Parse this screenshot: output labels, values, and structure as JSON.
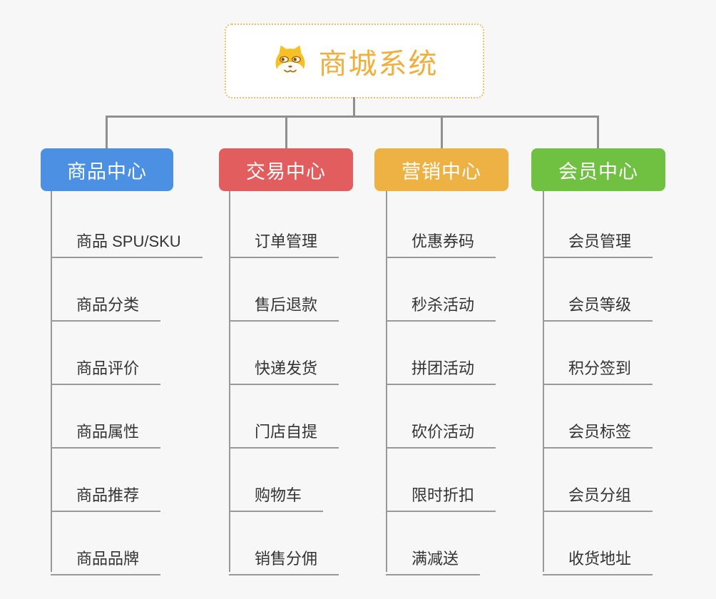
{
  "root": {
    "title": "商城系统",
    "icon": "dog-face-icon",
    "accent_color": "#F2AE3C",
    "border_color": "#F3BD62"
  },
  "connector_color": "#8F8F8F",
  "branches": [
    {
      "label": "商品中心",
      "color": "#4B90E3",
      "items": [
        "商品 SPU/SKU",
        "商品分类",
        "商品评价",
        "商品属性",
        "商品推荐",
        "商品品牌"
      ]
    },
    {
      "label": "交易中心",
      "color": "#E25D5D",
      "items": [
        "订单管理",
        "售后退款",
        "快递发货",
        "门店自提",
        "购物车",
        "销售分佣"
      ]
    },
    {
      "label": "营销中心",
      "color": "#EEB143",
      "items": [
        "优惠券码",
        "秒杀活动",
        "拼团活动",
        "砍价活动",
        "限时折扣",
        "满减送"
      ]
    },
    {
      "label": "会员中心",
      "color": "#70C142",
      "items": [
        "会员管理",
        "会员等级",
        "积分签到",
        "会员标签",
        "会员分组",
        "收货地址"
      ]
    }
  ]
}
